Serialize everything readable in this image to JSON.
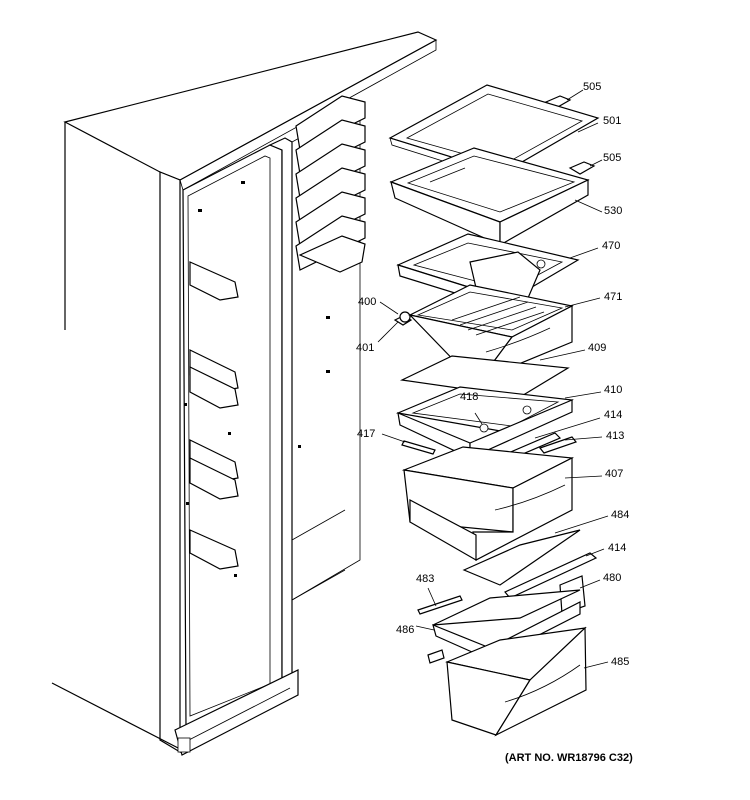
{
  "parts": [
    {
      "id": "505a",
      "label": "505"
    },
    {
      "id": "501",
      "label": "501"
    },
    {
      "id": "505b",
      "label": "505"
    },
    {
      "id": "530",
      "label": "530"
    },
    {
      "id": "470",
      "label": "470"
    },
    {
      "id": "400",
      "label": "400"
    },
    {
      "id": "471",
      "label": "471"
    },
    {
      "id": "401",
      "label": "401"
    },
    {
      "id": "409",
      "label": "409"
    },
    {
      "id": "410",
      "label": "410"
    },
    {
      "id": "418",
      "label": "418"
    },
    {
      "id": "414a",
      "label": "414"
    },
    {
      "id": "417",
      "label": "417"
    },
    {
      "id": "413",
      "label": "413"
    },
    {
      "id": "407",
      "label": "407"
    },
    {
      "id": "484",
      "label": "484"
    },
    {
      "id": "414b",
      "label": "414"
    },
    {
      "id": "483",
      "label": "483"
    },
    {
      "id": "480",
      "label": "480"
    },
    {
      "id": "486",
      "label": "486"
    },
    {
      "id": "485",
      "label": "485"
    }
  ],
  "art_number": "(ART NO. WR18796 C32)"
}
